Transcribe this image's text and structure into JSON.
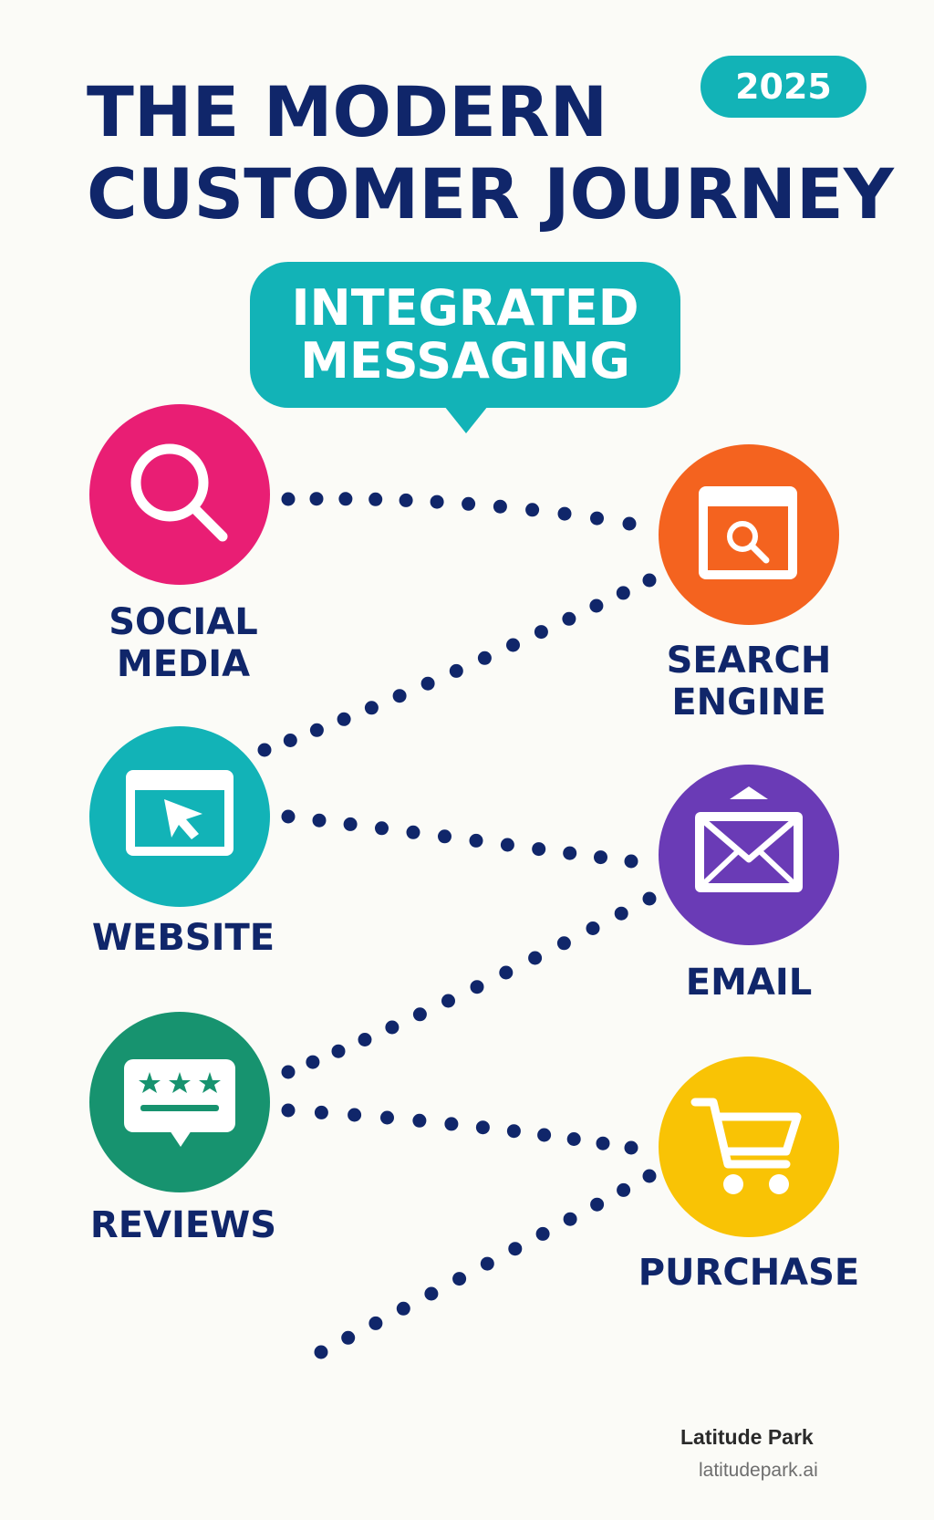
{
  "header": {
    "title": "THE MODERN\nCUSTOMER JOURNEY",
    "year": "2025"
  },
  "bubble": {
    "text": "INTEGRATED\nMESSAGING"
  },
  "nodes": [
    {
      "label": "SOCIAL\nMEDIA",
      "icon": "magnifier-icon",
      "color": "#e91e74"
    },
    {
      "label": "SEARCH\nENGINE",
      "icon": "browser-search-icon",
      "color": "#f4631f"
    },
    {
      "label": "WEBSITE",
      "icon": "browser-cursor-icon",
      "color": "#12b3b7"
    },
    {
      "label": "EMAIL",
      "icon": "envelope-icon",
      "color": "#6a3bb6"
    },
    {
      "label": "REVIEWS",
      "icon": "star-rating-icon",
      "color": "#17936f"
    },
    {
      "label": "PURCHASE",
      "icon": "shopping-cart-icon",
      "color": "#f9c305"
    }
  ],
  "footer": {
    "brand": "Latitude Park",
    "url": "latitudepark.ai"
  },
  "colors": {
    "navy": "#10266a",
    "teal": "#12b3b7",
    "dot": "#10266a"
  }
}
